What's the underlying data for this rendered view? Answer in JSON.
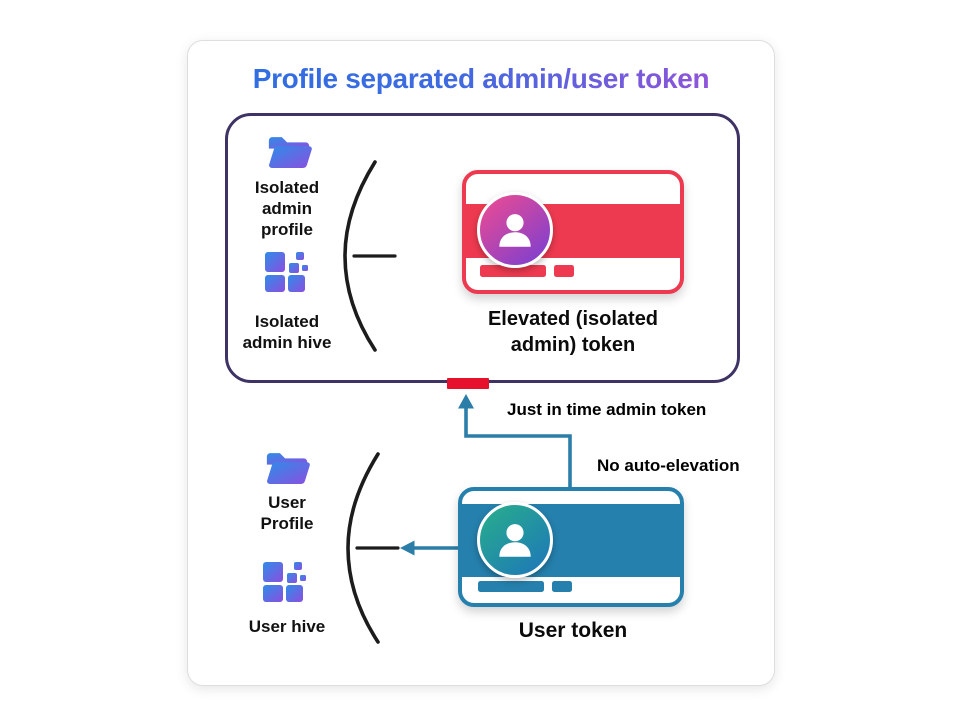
{
  "title": "Profile separated admin/user token",
  "admin_box": {
    "profile_label": "Isolated\nadmin\nprofile",
    "hive_label": "Isolated\nadmin hive",
    "token_label": "Elevated (isolated\nadmin) token"
  },
  "user_area": {
    "profile_label": "User\nProfile",
    "hive_label": "User hive",
    "token_label": "User token"
  },
  "annotations": {
    "jit_arrow_label": "Just in time admin token",
    "no_auto_label": "No auto-elevation"
  },
  "icons": {
    "admin_profile": "folder-icon",
    "admin_hive": "hive-blocks-icon",
    "user_profile": "folder-icon",
    "user_hive": "hive-blocks-icon",
    "admin_token": "person-icon",
    "user_token": "person-icon"
  },
  "colors": {
    "title_gradient_start": "#2b6fe2",
    "title_gradient_end": "#a44fd8",
    "admin_box_border": "#3f3264",
    "admin_card_red": "#ee3a50",
    "user_card_blue": "#2580ad",
    "arrow_blue": "#2c7ea8",
    "connector_red": "#e8112d",
    "icon_gradient_start": "#2f8ce8",
    "icon_gradient_end": "#8a4fe0",
    "admin_avatar_gradient": [
      "#ea4b93",
      "#7c3fd0"
    ],
    "user_avatar_gradient": [
      "#27ac8d",
      "#1e78b8"
    ]
  }
}
